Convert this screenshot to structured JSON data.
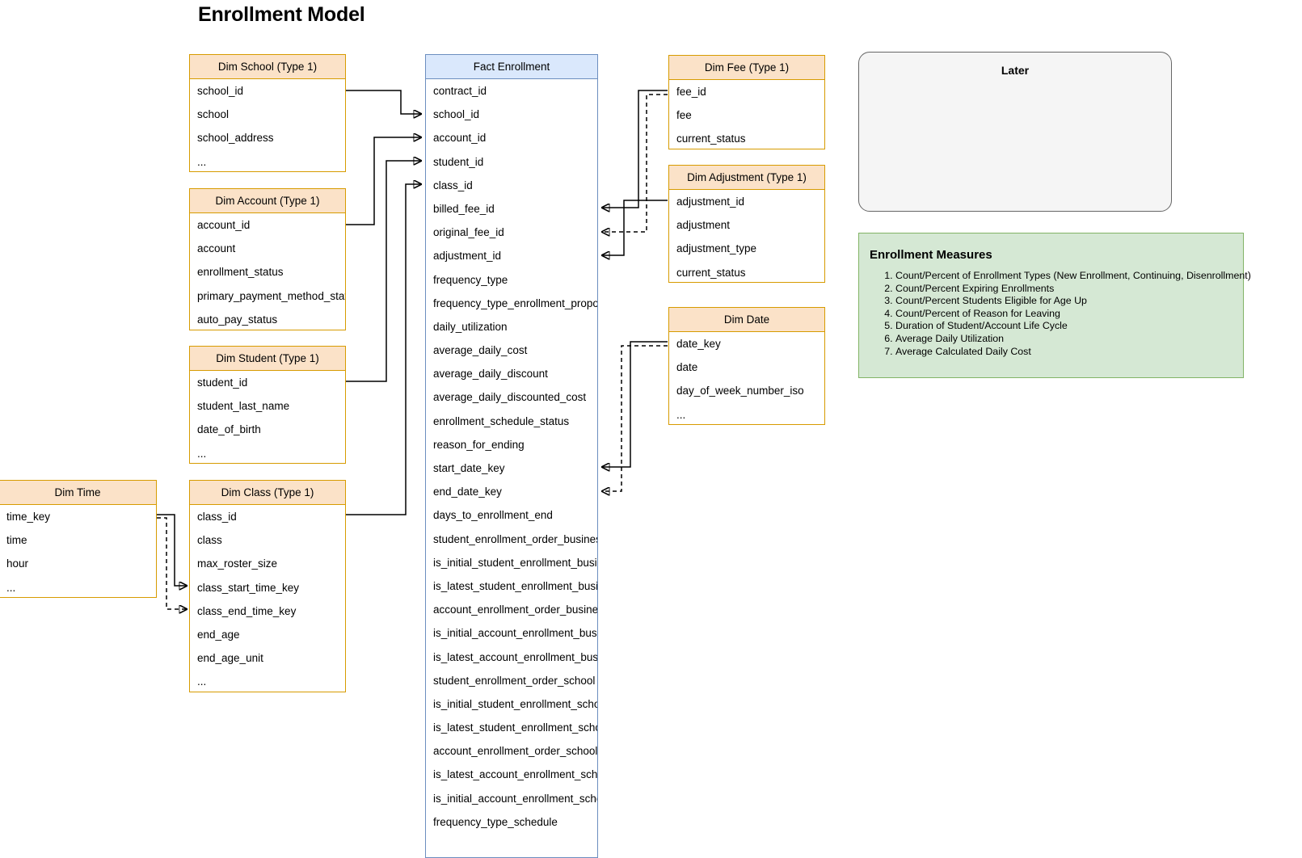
{
  "title": "Enrollment Model",
  "colors": {
    "dim_header_fill": "#fbe2c8",
    "dim_border": "#d79b00",
    "fact_header_fill": "#dae8fc",
    "fact_border": "#6c8ebf",
    "measures_fill": "#d5e8d4",
    "measures_border": "#82b366",
    "later_fill": "#f5f5f5",
    "later_border": "#666666"
  },
  "entities": {
    "dim_school": {
      "name": "Dim School (Type 1)",
      "fields": [
        "school_id",
        "school",
        "school_address",
        "..."
      ]
    },
    "dim_account": {
      "name": "Dim Account (Type 1)",
      "fields": [
        "account_id",
        "account",
        "enrollment_status",
        "primary_payment_method_status",
        "auto_pay_status"
      ]
    },
    "dim_student": {
      "name": "Dim Student (Type 1)",
      "fields": [
        "student_id",
        "student_last_name",
        "date_of_birth",
        "..."
      ]
    },
    "dim_time": {
      "name": "Dim Time",
      "fields": [
        "time_key",
        "time",
        "hour",
        "..."
      ]
    },
    "dim_class": {
      "name": "Dim Class (Type 1)",
      "fields": [
        "class_id",
        "class",
        "max_roster_size",
        "class_start_time_key",
        "class_end_time_key",
        "end_age",
        "end_age_unit",
        "..."
      ]
    },
    "fact_enrollment": {
      "name": "Fact Enrollment",
      "fields": [
        "contract_id",
        "school_id",
        "account_id",
        "student_id",
        "class_id",
        "billed_fee_id",
        "original_fee_id",
        "adjustment_id",
        "frequency_type",
        "frequency_type_enrollment_proportion",
        "daily_utilization",
        "average_daily_cost",
        "average_daily_discount",
        "average_daily_discounted_cost",
        "enrollment_schedule_status",
        "reason_for_ending",
        "start_date_key",
        "end_date_key",
        "days_to_enrollment_end",
        "student_enrollment_order_business",
        "is_initial_student_enrollment_business",
        "is_latest_student_enrollment_business",
        "account_enrollment_order_business",
        "is_initial_account_enrollment_business",
        "is_latest_account_enrollment_business",
        "student_enrollment_order_school",
        "is_initial_student_enrollment_school",
        "is_latest_student_enrollment_school",
        "account_enrollment_order_school",
        "is_latest_account_enrollment_school",
        "is_initial_account_enrollment_school",
        "frequency_type_schedule"
      ]
    },
    "dim_fee": {
      "name": "Dim Fee (Type 1)",
      "fields": [
        "fee_id",
        "fee",
        "current_status"
      ]
    },
    "dim_adjustment": {
      "name": "Dim Adjustment (Type 1)",
      "fields": [
        "adjustment_id",
        "adjustment",
        "adjustment_type",
        "current_status"
      ]
    },
    "dim_date": {
      "name": "Dim Date",
      "fields": [
        "date_key",
        "date",
        "day_of_week_number_iso",
        "..."
      ]
    }
  },
  "later_panel": {
    "title": "Later"
  },
  "measures_panel": {
    "title": "Enrollment Measures",
    "items": [
      "Count/Percent of Enrollment Types (New Enrollment, Continuing, Disenrollment)",
      "Count/Percent Expiring Enrollments",
      "Count/Percent Students Eligible for Age Up",
      "Count/Percent of Reason for Leaving",
      "Duration of Student/Account Life Cycle",
      "Average Daily Utilization",
      "Average Calculated Daily Cost"
    ]
  }
}
